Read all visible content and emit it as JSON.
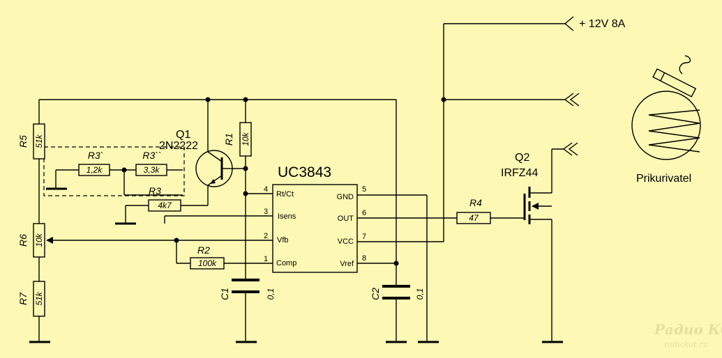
{
  "supply": "+ 12V 8A",
  "load": "Prikurivatel",
  "ic": {
    "name": "UC3843",
    "pins": [
      {
        "num": "4",
        "name": "Rt/Ct"
      },
      {
        "num": "3",
        "name": "Isens"
      },
      {
        "num": "2",
        "name": "Vfb"
      },
      {
        "num": "1",
        "name": "Comp"
      },
      {
        "num": "5",
        "name": "GND"
      },
      {
        "num": "6",
        "name": "OUT"
      },
      {
        "num": "7",
        "name": "VCC"
      },
      {
        "num": "8",
        "name": "Vref"
      }
    ]
  },
  "transistors": {
    "q1": {
      "ref": "Q1",
      "part": "2N2222"
    },
    "q2": {
      "ref": "Q2",
      "part": "IRFZ44"
    }
  },
  "resistors": {
    "r1": {
      "ref": "R1",
      "value": "10k"
    },
    "r2": {
      "ref": "R2",
      "value": "100k"
    },
    "r3a": {
      "ref": "R3`",
      "value": "1,2k"
    },
    "r3b": {
      "ref": "R3``",
      "value": "3,3k"
    },
    "r3": {
      "ref": "R3",
      "value": "4k7"
    },
    "r4": {
      "ref": "R4",
      "value": "47"
    },
    "r5": {
      "ref": "R5",
      "value": "51k"
    },
    "r6": {
      "ref": "R6",
      "value": "10k"
    },
    "r7": {
      "ref": "R7",
      "value": "51k"
    }
  },
  "capacitors": {
    "c1": {
      "ref": "C1",
      "value": "0,1"
    },
    "c2": {
      "ref": "C2",
      "value": "0,1"
    }
  },
  "watermark": {
    "logo": "Радио КОТ",
    "url": "radiokot.ru"
  }
}
